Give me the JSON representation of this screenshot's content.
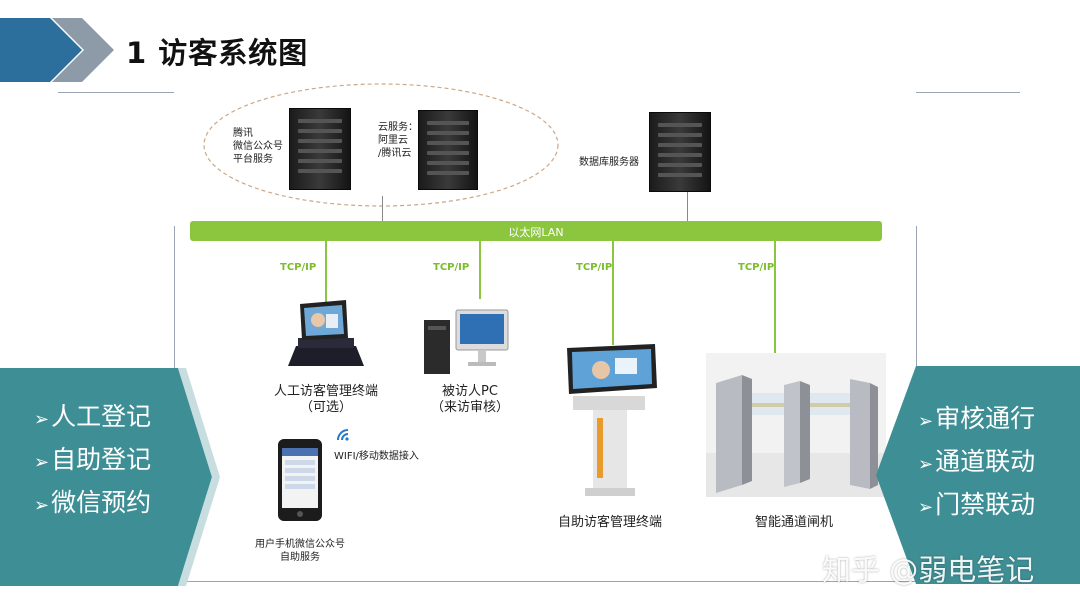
{
  "title": "1 访客系统图",
  "cloud_servers": {
    "tencent": [
      "腾讯",
      "微信公众号",
      "平台服务"
    ],
    "cloud": [
      "云服务：",
      "阿里云",
      "/腾讯云"
    ]
  },
  "db_server": "数据库服务器",
  "lan_label": "以太网LAN",
  "tcp_label": "TCP/IP",
  "devices": {
    "manual_terminal": [
      "人工访客管理终端",
      "（可选）"
    ],
    "visited_pc": [
      "被访人PC",
      "（来访审核）"
    ],
    "kiosk": "自助访客管理终端",
    "gate": "智能通道闸机",
    "phone_wifi": "WIFI/移动数据接入",
    "phone_service": [
      "用户手机微信公众号",
      "自助服务"
    ]
  },
  "left_panel": [
    "人工登记",
    "自助登记",
    "微信预约"
  ],
  "right_panel": [
    "审核通行",
    "通道联动",
    "门禁联动"
  ],
  "arrow_glyph": "➢",
  "watermark": "知乎 @弱电笔记",
  "colors": {
    "teal": "#3e8f95",
    "chevron_blue": "#2c6f9c",
    "chevron_gray": "#8d9aa8",
    "lan_green": "#8cc63f"
  }
}
